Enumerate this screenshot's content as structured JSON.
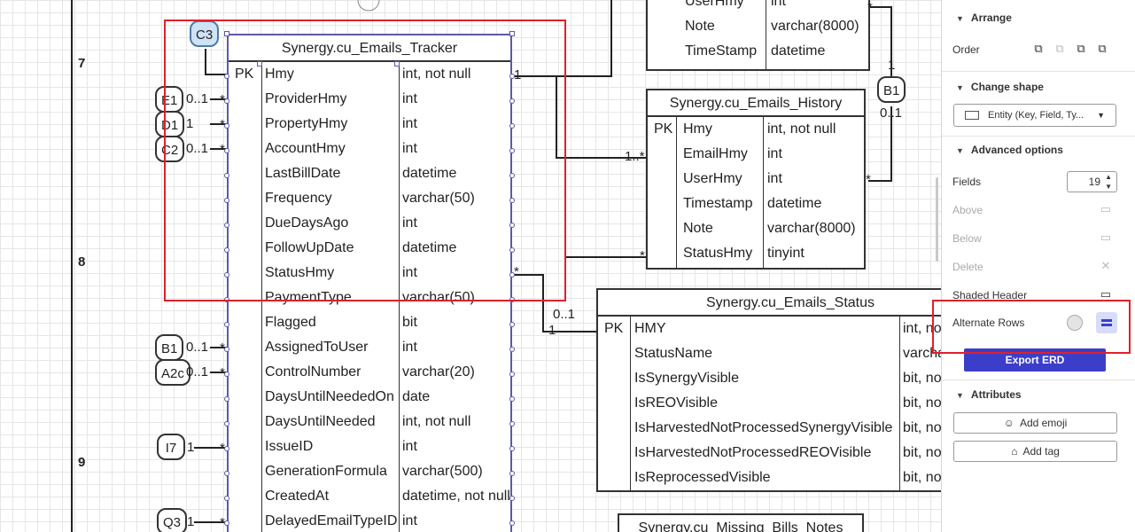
{
  "canvas": {
    "row_labels": [
      "7",
      "8",
      "9"
    ],
    "tracker": {
      "title": "Synergy.cu_Emails_Tracker",
      "pk": "PK",
      "fields": [
        {
          "name": "Hmy",
          "type": "int, not null"
        },
        {
          "name": "ProviderHmy",
          "type": "int"
        },
        {
          "name": "PropertyHmy",
          "type": "int"
        },
        {
          "name": "AccountHmy",
          "type": "int"
        },
        {
          "name": "LastBillDate",
          "type": "datetime"
        },
        {
          "name": "Frequency",
          "type": "varchar(50)"
        },
        {
          "name": "DueDaysAgo",
          "type": "int"
        },
        {
          "name": "FollowUpDate",
          "type": "datetime"
        },
        {
          "name": "StatusHmy",
          "type": "int"
        },
        {
          "name": "PaymentType",
          "type": "varchar(50)"
        },
        {
          "name": "Flagged",
          "type": "bit"
        },
        {
          "name": "AssignedToUser",
          "type": "int"
        },
        {
          "name": "ControlNumber",
          "type": "varchar(20)"
        },
        {
          "name": "DaysUntilNeededOn",
          "type": "date"
        },
        {
          "name": "DaysUntilNeeded",
          "type": "int, not null"
        },
        {
          "name": "IssueID",
          "type": "int"
        },
        {
          "name": "GenerationFormula",
          "type": "varchar(500)"
        },
        {
          "name": "CreatedAt",
          "type": "datetime, not null"
        },
        {
          "name": "DelayedEmailTypeID",
          "type": "int"
        }
      ]
    },
    "top_table": {
      "fields": [
        {
          "name": "UserHmy",
          "type": "int"
        },
        {
          "name": "Note",
          "type": "varchar(8000)"
        },
        {
          "name": "TimeStamp",
          "type": "datetime"
        }
      ]
    },
    "history": {
      "title": "Synergy.cu_Emails_History",
      "pk": "PK",
      "fields": [
        {
          "name": "Hmy",
          "type": "int, not null"
        },
        {
          "name": "EmailHmy",
          "type": "int"
        },
        {
          "name": "UserHmy",
          "type": "int"
        },
        {
          "name": "Timestamp",
          "type": "datetime"
        },
        {
          "name": "Note",
          "type": "varchar(8000)"
        },
        {
          "name": "StatusHmy",
          "type": "tinyint"
        }
      ]
    },
    "status": {
      "title": "Synergy.cu_Emails_Status",
      "pk": "PK",
      "fields": [
        {
          "name": "HMY",
          "type": "int, no"
        },
        {
          "name": "StatusName",
          "type": "varcha"
        },
        {
          "name": "IsSynergyVisible",
          "type": "bit, no"
        },
        {
          "name": "IsREOVisible",
          "type": "bit, no"
        },
        {
          "name": "IsHarvestedNotProcessedSynergyVisible",
          "type": "bit, no"
        },
        {
          "name": "IsHarvestedNotProcessedREOVisible",
          "type": "bit, no"
        },
        {
          "name": "IsReprocessedVisible",
          "type": "bit, no"
        }
      ]
    },
    "missing_bills": {
      "title": "Synergy.cu_Missing_Bills_Notes"
    },
    "badges": {
      "c3": "C3",
      "e1": "E1",
      "d1": "D1",
      "c2": "C2",
      "b1_left": "B1",
      "a2c": "A2c",
      "i7": "I7",
      "q3": "Q3",
      "b1_right": "B1"
    },
    "cardinalities": {
      "e1": "0..1",
      "d1": "1",
      "c2": "0..1",
      "b1_left": "0..1",
      "a2c": "0..1",
      "i7": "1",
      "q3": "1",
      "star": "*",
      "hmy_one": "1",
      "hist_many": "1..*",
      "status_zero_one": "0..1",
      "status_one": "1",
      "b1_one": "1",
      "b1_zero_one": "0..1"
    },
    "colors": {
      "selection": "#5b5ba8",
      "highlight": "#e0202a",
      "badge_fill": "#cfe3f7"
    }
  },
  "panel": {
    "arrange": {
      "title": "Arrange",
      "order_label": "Order"
    },
    "change_shape": {
      "title": "Change shape",
      "shape_value": "Entity (Key, Field, Ty..."
    },
    "advanced": {
      "title": "Advanced options",
      "fields_label": "Fields",
      "fields_value": "19",
      "above_label": "Above",
      "below_label": "Below",
      "delete_label": "Delete",
      "shaded_header_label": "Shaded Header",
      "alternate_rows_label": "Alternate Rows",
      "export_label": "Export ERD"
    },
    "attributes": {
      "title": "Attributes",
      "add_emoji_label": "Add emoji",
      "add_tag_label": "Add tag"
    },
    "colors": {
      "accent": "#3b3ec8"
    }
  }
}
